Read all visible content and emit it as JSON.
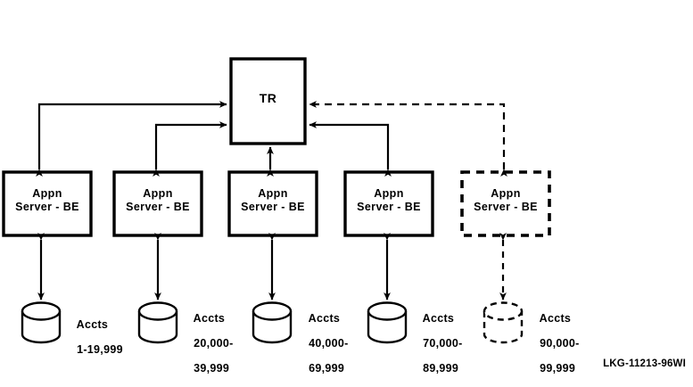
{
  "diagram": {
    "hub": {
      "label": "TR"
    },
    "servers": [
      {
        "line1": "Appn",
        "line2": "Server - BE",
        "style": "solid"
      },
      {
        "line1": "Appn",
        "line2": "Server - BE",
        "style": "solid"
      },
      {
        "line1": "Appn",
        "line2": "Server - BE",
        "style": "solid"
      },
      {
        "line1": "Appn",
        "line2": "Server - BE",
        "style": "solid"
      },
      {
        "line1": "Appn",
        "line2": "Server - BE",
        "style": "dashed"
      }
    ],
    "databases": [
      {
        "title": "Accts",
        "range1": "1-19,999",
        "range2": "",
        "style": "solid"
      },
      {
        "title": "Accts",
        "range1": "20,000-",
        "range2": "39,999",
        "style": "solid"
      },
      {
        "title": "Accts",
        "range1": "40,000-",
        "range2": "69,999",
        "style": "solid"
      },
      {
        "title": "Accts",
        "range1": "70,000-",
        "range2": "89,999",
        "style": "solid"
      },
      {
        "title": "Accts",
        "range1": "90,000-",
        "range2": "99,999",
        "style": "dashed"
      }
    ],
    "caption": "LKG-11213-96WI",
    "colors": {
      "ink": "#000000",
      "background": "#ffffff"
    }
  }
}
